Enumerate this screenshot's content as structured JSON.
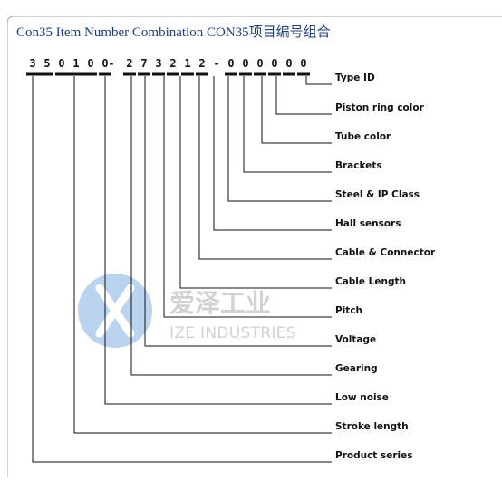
{
  "title": "Con35 Item Number Combination  CON35项目编号组合",
  "code_digits": [
    "3",
    "5",
    "0",
    "1",
    "0",
    "0",
    "-",
    "2",
    "7",
    "3",
    "2",
    "1",
    "2",
    "-",
    "0",
    "0",
    "0",
    "0",
    "0",
    "0"
  ],
  "labels": [
    "Type ID",
    "Piston ring color",
    "Tube color",
    "Brackets",
    "Steel & IP Class",
    "Hall sensors",
    "Cable & Connector",
    "Cable Length",
    "Pitch",
    "Voltage",
    "Gearing",
    "Low noise",
    "Stroke length",
    "Product series"
  ],
  "watermark": {
    "chinese": "爱泽工业",
    "english": "IZE INDUSTRIES"
  },
  "colors": {
    "title": "#1f3f73",
    "frame": "#9aa4b0",
    "logo_blue": "#2e7bd1"
  }
}
